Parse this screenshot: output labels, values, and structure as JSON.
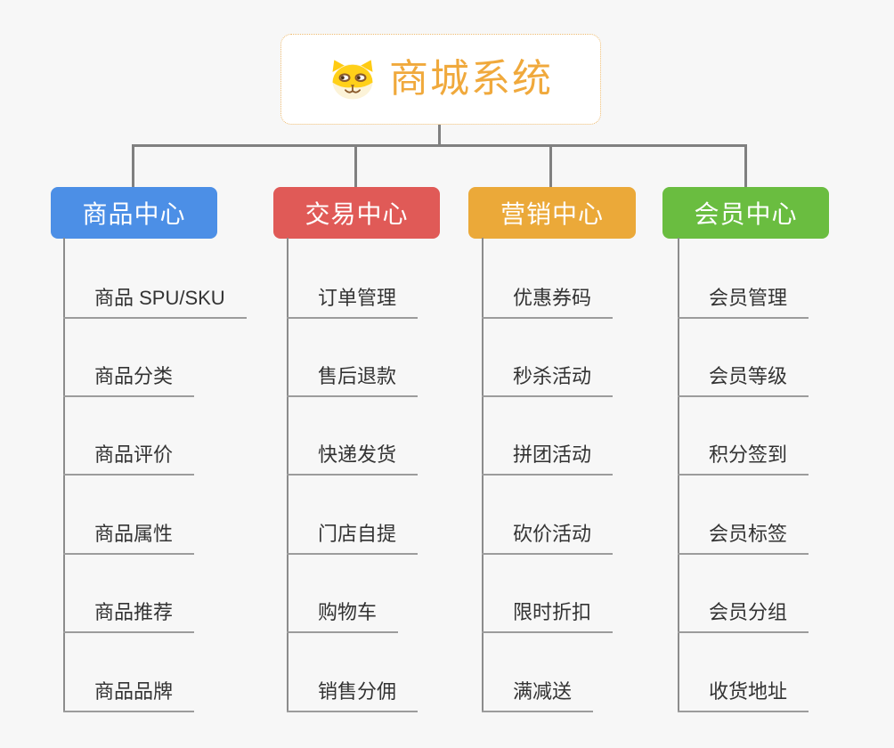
{
  "canvas": {
    "background_color": "#F7F7F7",
    "connector_color": "#808080",
    "trunk_color": "#8C8C8C",
    "underline_color": "#9C9C9C",
    "item_text_color": "#333333"
  },
  "root": {
    "title": "商城系统",
    "icon": "shiba-dog-icon",
    "title_color": "#F0A93C",
    "border_color": "#EDBA6E",
    "background_color": "#FFFFFF"
  },
  "branches": [
    {
      "label": "商品中心",
      "color": "#4C8FE6",
      "items": [
        "商品 SPU/SKU",
        "商品分类",
        "商品评价",
        "商品属性",
        "商品推荐",
        "商品品牌"
      ]
    },
    {
      "label": "交易中心",
      "color": "#E05A57",
      "items": [
        "订单管理",
        "售后退款",
        "快递发货",
        "门店自提",
        "购物车",
        "销售分佣"
      ]
    },
    {
      "label": "营销中心",
      "color": "#EBA939",
      "items": [
        "优惠券码",
        "秒杀活动",
        "拼团活动",
        "砍价活动",
        "限时折扣",
        "满减送"
      ]
    },
    {
      "label": "会员中心",
      "color": "#6ABD40",
      "items": [
        "会员管理",
        "会员等级",
        "积分签到",
        "会员标签",
        "会员分组",
        "收货地址"
      ]
    }
  ]
}
